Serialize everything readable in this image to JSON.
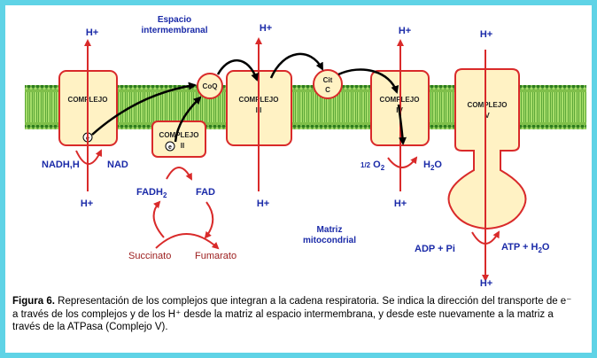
{
  "labels": {
    "space_line1": "Espacio",
    "space_line2": "intermembranal",
    "matrix_line1": "Matriz",
    "matrix_line2": "mitocondrial",
    "complex1_name": "COMPLEJO",
    "complex1_num": "I",
    "complex2_name": "COMPLEJO",
    "complex2_num": "II",
    "complex3_name": "COMPLEJO",
    "complex3_num": "III",
    "complex4_name": "COMPLEJO",
    "complex4_num": "IV",
    "complex5_name": "COMPLEJO",
    "complex5_num": "V",
    "coq": "CoQ",
    "cit_line1": "Cit",
    "cit_line2": "C",
    "electron": "e",
    "proton": "H+",
    "nadh": "NADH,H",
    "nad": "NAD",
    "fadh2": "FADH",
    "fadh2_sub": "2",
    "fad": "FAD",
    "succinato": "Succinato",
    "fumarato": "Fumarato",
    "half_o2": "1/2",
    "o2": "O",
    "o2_sub": "2",
    "h2o": "H",
    "h2o_sub": "2",
    "h2o_o": "O",
    "adp": "ADP + Pi",
    "atp": "ATP  + H",
    "atp_sub": "2",
    "atp_o": "O"
  },
  "caption": {
    "figure": "Figura 6.",
    "text": " Representación de los complejos que integran a la cadena respiratoria. Se indica la dirección del transporte de e⁻ a través de los complejos y de los H⁺ desde la matriz al espacio intermembrana, y desde este nuevamente a la matriz a través de la ATPasa (Complejo V)."
  },
  "colors": {
    "frame": "#5fd3e6",
    "membrane_green": "#8dcf52",
    "membrane_head": "#2e7d1e",
    "complex_fill": "#fff2c4",
    "complex_stroke": "#d92a2a",
    "arrow_red": "#d92a2a",
    "text_blue": "#1a2aa8",
    "text_dark_red": "#9b1b1b"
  }
}
